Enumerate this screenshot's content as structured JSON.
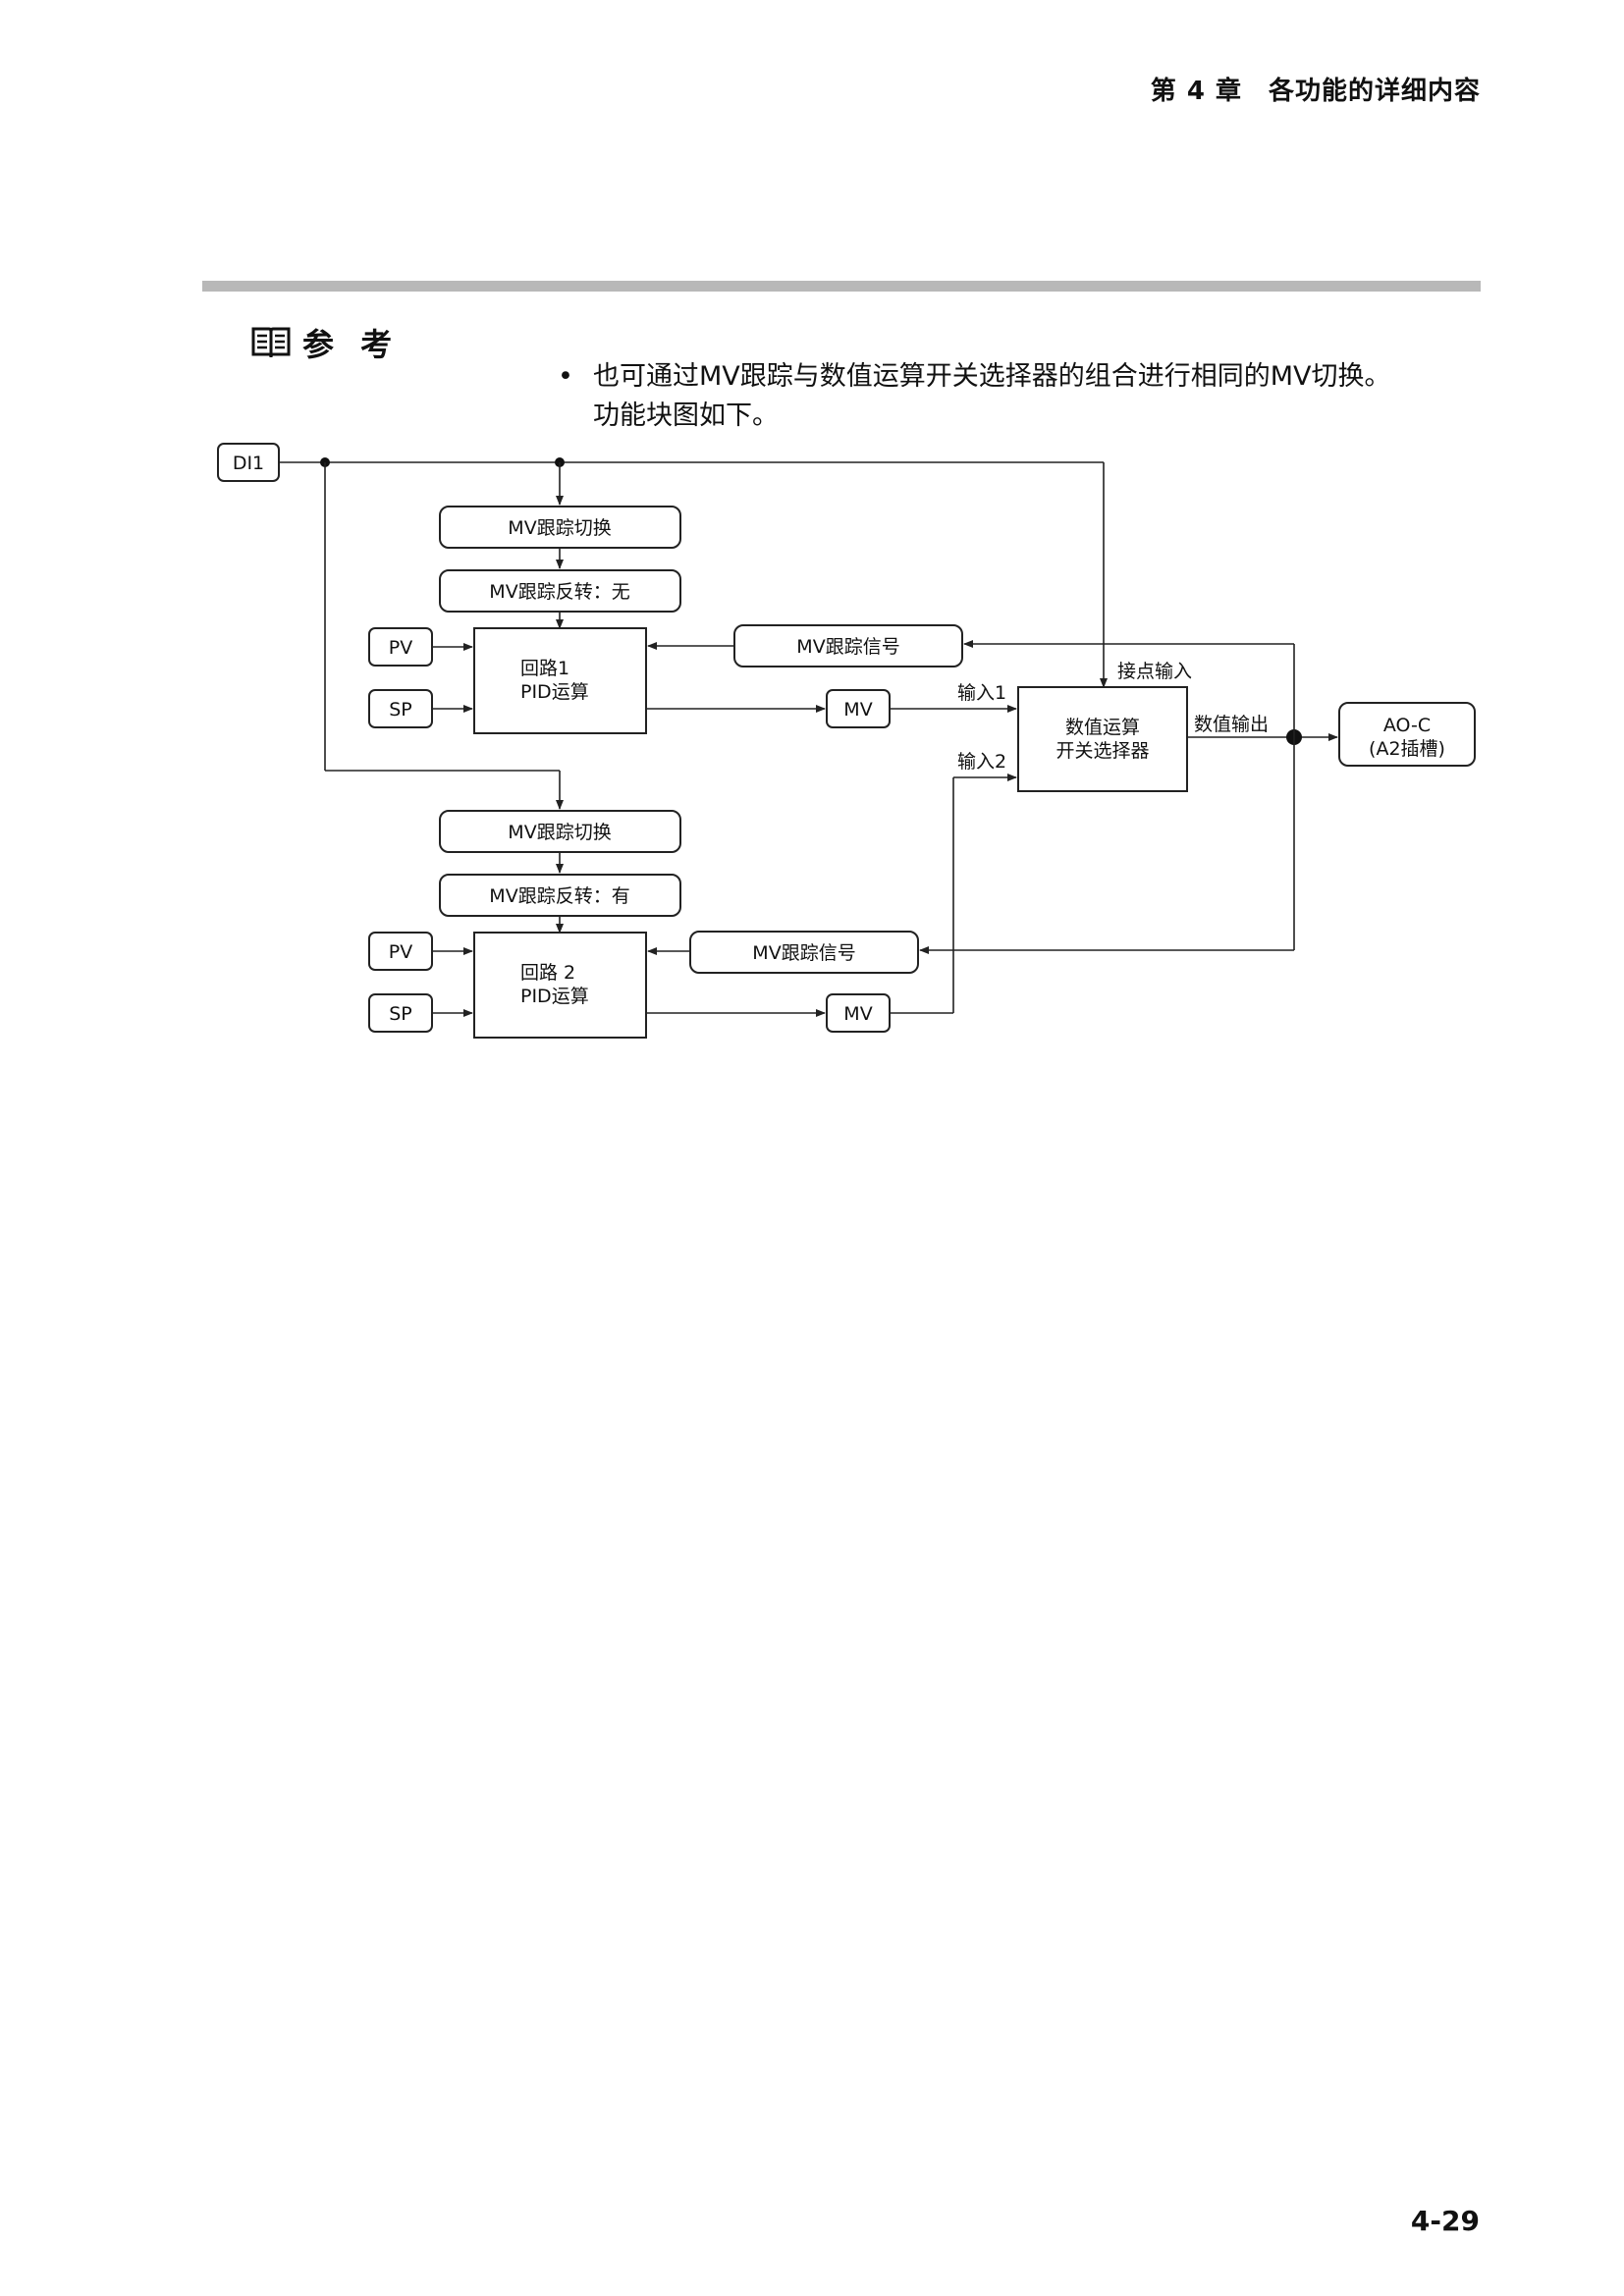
{
  "header": {
    "chapter": "第 4 章　各功能的详细内容"
  },
  "reference": {
    "title": "参 考",
    "icon": "book-icon",
    "bullet": "•",
    "lines": [
      "也可通过MV跟踪与数值运算开关选择器的组合进行相同的MV切换。",
      "功能块图如下。"
    ]
  },
  "diagram": {
    "di1": "DI1",
    "loop1": {
      "switch": "MV跟踪切换",
      "reverse": "MV跟踪反转：无",
      "pv": "PV",
      "sp": "SP",
      "pid_line1": "回路1",
      "pid_line2": "PID运算",
      "track_signal": "MV跟踪信号",
      "mv": "MV"
    },
    "loop2": {
      "switch": "MV跟踪切换",
      "reverse": "MV跟踪反转：有",
      "pv": "PV",
      "sp": "SP",
      "pid_line1": "回路 2",
      "pid_line2": "PID运算",
      "track_signal": "MV跟踪信号",
      "mv": "MV"
    },
    "selector": {
      "line1": "数值运算",
      "line2": "开关选择器"
    },
    "contact_input": "接点输入",
    "input1": "输入1",
    "input2": "输入2",
    "numeric_output": "数值输出",
    "output": {
      "line1": "AO-C",
      "line2": "(A2插槽)"
    }
  },
  "page_number": "4-29"
}
